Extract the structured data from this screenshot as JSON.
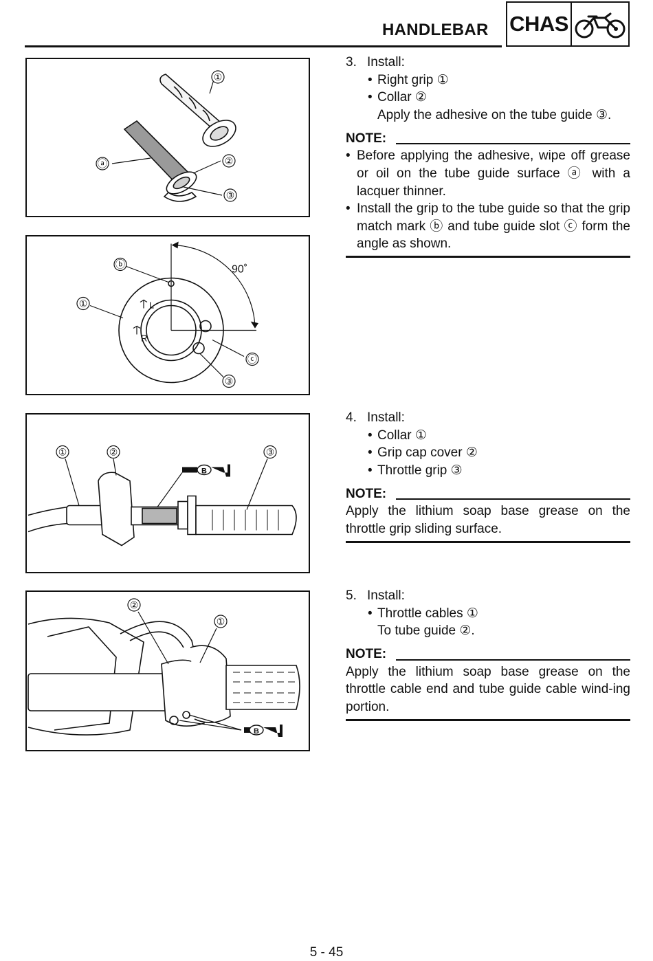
{
  "header": {
    "title": "HANDLEBAR",
    "badge": "CHAS",
    "badge_icon": "motorcycle-icon"
  },
  "figures": [
    {
      "callouts": [
        "①",
        "②",
        "③",
        "ⓐ"
      ]
    },
    {
      "callouts": [
        "ⓑ",
        "①",
        "ⓒ",
        "③"
      ],
      "angle": "90˚",
      "marks": [
        "L",
        "R"
      ]
    },
    {
      "callouts": [
        "①",
        "②",
        "③"
      ],
      "grease_mark": "B"
    },
    {
      "callouts": [
        "②",
        "①"
      ],
      "grease_mark": "B"
    }
  ],
  "steps": {
    "s3": {
      "num": "3.",
      "title": "Install:",
      "items": [
        "Right grip ①",
        "Collar ②"
      ],
      "sub": "Apply the adhesive on the tube guide ③.",
      "note_label": "NOTE:",
      "notes": [
        "Before applying the adhesive, wipe off grease or oil on the tube guide surface ⓐ with a lacquer thinner.",
        "Install the grip to the tube guide so that the grip match mark ⓑ and tube guide slot ⓒ form the angle as shown."
      ]
    },
    "s4": {
      "num": "4.",
      "title": "Install:",
      "items": [
        "Collar ①",
        "Grip cap cover ②",
        "Throttle grip ③"
      ],
      "note_label": "NOTE:",
      "note": "Apply the lithium soap base grease on the throttle grip sliding surface."
    },
    "s5": {
      "num": "5.",
      "title": "Install:",
      "items": [
        "Throttle cables ①"
      ],
      "sub": "To tube guide ②.",
      "note_label": "NOTE:",
      "note": "Apply the lithium soap base grease on the throttle cable end and tube guide cable wind-ing portion."
    }
  },
  "page_number": "5 - 45"
}
